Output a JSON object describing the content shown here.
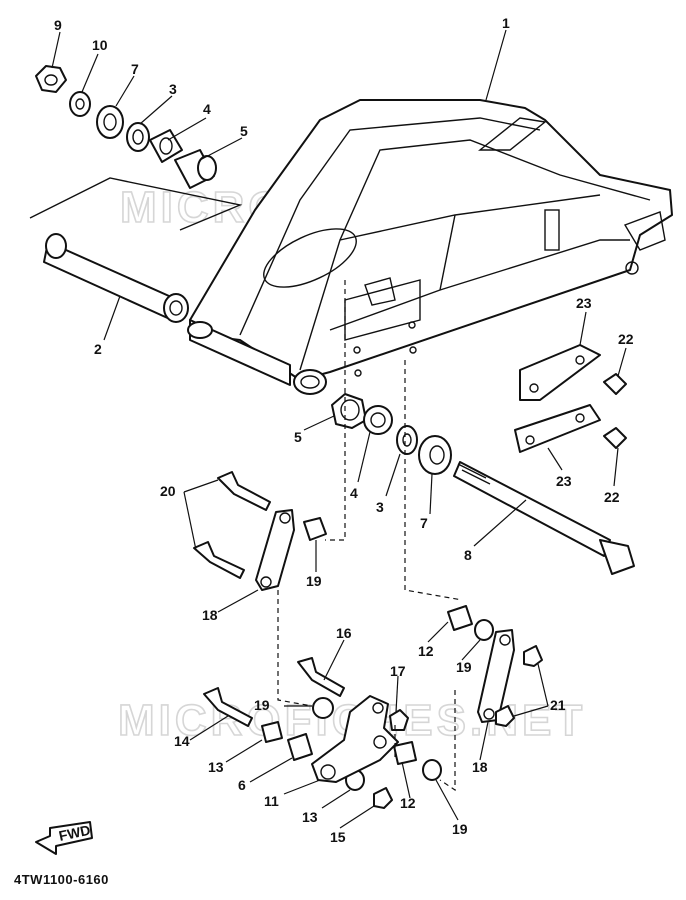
{
  "diagram": {
    "reference_code": "4TW1100-6160",
    "fwd_label": "FWD",
    "watermark_text": "MICROFICHES.NET",
    "callouts": [
      {
        "id": "c9",
        "text": "9"
      },
      {
        "id": "c10",
        "text": "10"
      },
      {
        "id": "c7a",
        "text": "7"
      },
      {
        "id": "c3a",
        "text": "3"
      },
      {
        "id": "c4a",
        "text": "4"
      },
      {
        "id": "c5a",
        "text": "5"
      },
      {
        "id": "c1",
        "text": "1"
      },
      {
        "id": "c2",
        "text": "2"
      },
      {
        "id": "c23a",
        "text": "23"
      },
      {
        "id": "c22a",
        "text": "22"
      },
      {
        "id": "c23b",
        "text": "23"
      },
      {
        "id": "c22b",
        "text": "22"
      },
      {
        "id": "c5b",
        "text": "5"
      },
      {
        "id": "c4b",
        "text": "4"
      },
      {
        "id": "c3b",
        "text": "3"
      },
      {
        "id": "c7b",
        "text": "7"
      },
      {
        "id": "c8",
        "text": "8"
      },
      {
        "id": "c20",
        "text": "20"
      },
      {
        "id": "c19a",
        "text": "19"
      },
      {
        "id": "c18a",
        "text": "18"
      },
      {
        "id": "c12a",
        "text": "12"
      },
      {
        "id": "c19b",
        "text": "19"
      },
      {
        "id": "c16",
        "text": "16"
      },
      {
        "id": "c17",
        "text": "17"
      },
      {
        "id": "c21",
        "text": "21"
      },
      {
        "id": "c14",
        "text": "14"
      },
      {
        "id": "c19c",
        "text": "19"
      },
      {
        "id": "c13a",
        "text": "13"
      },
      {
        "id": "c6",
        "text": "6"
      },
      {
        "id": "c11",
        "text": "11"
      },
      {
        "id": "c12b",
        "text": "12"
      },
      {
        "id": "c18b",
        "text": "18"
      },
      {
        "id": "c13b",
        "text": "13"
      },
      {
        "id": "c15",
        "text": "15"
      },
      {
        "id": "c19d",
        "text": "19"
      }
    ]
  }
}
